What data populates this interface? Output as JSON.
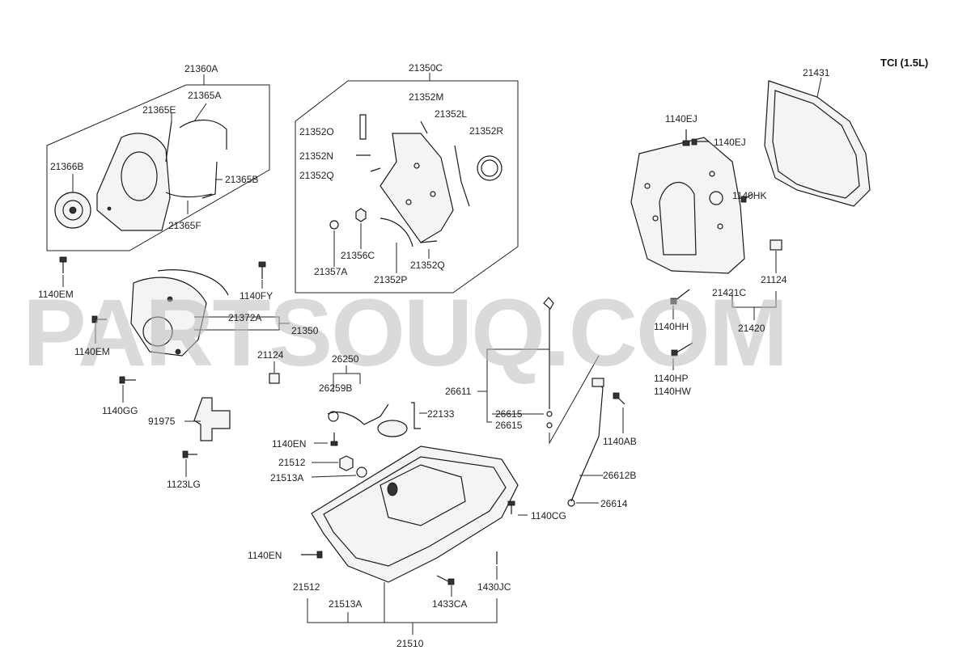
{
  "header": {
    "variant": "TCI (1.5L)"
  },
  "watermark": "PARTSOUQ.COM",
  "labels": {
    "l21360A": "21360A",
    "l21365A": "21365A",
    "l21365E": "21365E",
    "l21366B": "21366B",
    "l21365B": "21365B",
    "l21365F": "21365F",
    "l21350C": "21350C",
    "l21352M": "21352M",
    "l21352L": "21352L",
    "l21352O": "21352O",
    "l21352R": "21352R",
    "l21352N": "21352N",
    "l21352Q_a": "21352Q",
    "l21356C": "21356C",
    "l21357A": "21357A",
    "l21352P": "21352P",
    "l21352Q_b": "21352Q",
    "l21431": "21431",
    "l1140EJ_a": "1140EJ",
    "l1140EJ_b": "1140EJ",
    "l1140HK": "1140HK",
    "l21421C": "21421C",
    "l21124_a": "21124",
    "l1140HH": "1140HH",
    "l21420": "21420",
    "l1140HP": "1140HP",
    "l1140HW": "1140HW",
    "l1140EM_a": "1140EM",
    "l1140FY": "1140FY",
    "l21372A": "21372A",
    "l21350": "21350",
    "l1140EM_b": "1140EM",
    "l21124_b": "21124",
    "l1140GG": "1140GG",
    "l91975": "91975",
    "l1123LG": "1123LG",
    "l26250": "26250",
    "l26259B": "26259B",
    "l22133": "22133",
    "l1140EN_a": "1140EN",
    "l21512_a": "21512",
    "l21513A_a": "21513A",
    "l26611": "26611",
    "l26615_a": "26615",
    "l26615_b": "26615",
    "l1140AB": "1140AB",
    "l26612B": "26612B",
    "l26614": "26614",
    "l1140CG": "1140CG",
    "l1140EN_b": "1140EN",
    "l1430JC": "1430JC",
    "l21512_b": "21512",
    "l21513A_b": "21513A",
    "l1433CA": "1433CA",
    "l21510": "21510"
  }
}
